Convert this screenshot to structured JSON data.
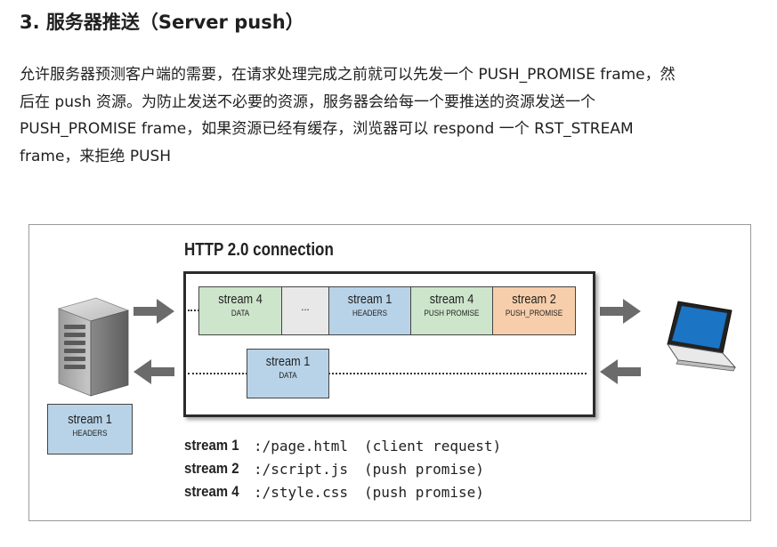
{
  "section": {
    "heading": "3. 服务器推送（Server push）",
    "paragraph_lines": [
      "允许服务器预测客户端的需要，在请求处理完成之前就可以先发一个 PUSH_PROMISE frame，然",
      "后在 push 资源。为防止发送不必要的资源，服务器会给每一个要推送的资源发送一个",
      "PUSH_PROMISE frame，如果资源已经有缓存，浏览器可以 respond 一个 RST_STREAM",
      "frame，来拒绝 PUSH"
    ]
  },
  "figure": {
    "connection_title": "HTTP 2.0 connection",
    "outbound_frames": [
      {
        "stream": "stream 4",
        "type": "DATA",
        "color": "#cde5cb"
      },
      {
        "stream": "...",
        "type": "",
        "color": "#e8e8e8"
      },
      {
        "stream": "stream 1",
        "type": "HEADERS",
        "color": "#b8d3e8"
      },
      {
        "stream": "stream 4",
        "type": "PUSH PROMISE",
        "color": "#cde5cb"
      },
      {
        "stream": "stream 2",
        "type": "PUSH_PROMISE",
        "color": "#f7ceab"
      }
    ],
    "inbound_frame": {
      "stream": "stream 1",
      "type": "DATA",
      "color": "#b8d3e8"
    },
    "client_frame": {
      "stream": "stream 1",
      "type": "HEADERS",
      "color": "#b8d3e8"
    },
    "legend": [
      {
        "key": "stream 1",
        "path": ":/page.html",
        "note": "(client request)"
      },
      {
        "key": "stream 2",
        "path": ":/script.js",
        "note": "(push promise)"
      },
      {
        "key": "stream 4",
        "path": ":/style.css",
        "note": "(push promise)"
      }
    ],
    "icons": {
      "server": "server-icon",
      "laptop": "laptop-icon",
      "arrow": "arrow-icon"
    }
  }
}
